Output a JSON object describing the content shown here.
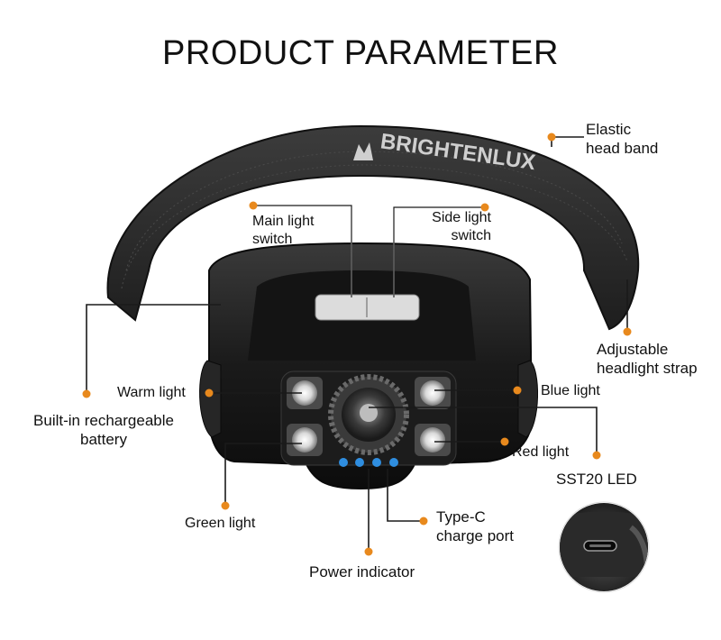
{
  "title": "PRODUCT PARAMETER",
  "brand": "BRIGHTENLUX",
  "labels": {
    "elastic_band_1": "Elastic",
    "elastic_band_2": "head band",
    "main_switch_1": "Main light",
    "main_switch_2": "switch",
    "side_switch_1": "Side light",
    "side_switch_2": "switch",
    "strap_1": "Adjustable",
    "strap_2": "headlight strap",
    "warm_light": "Warm light",
    "blue_light": "Blue light",
    "battery_1": "Built-in rechargeable",
    "battery_2": "battery",
    "red_light": "Red light",
    "sst20_led": "SST20 LED",
    "green_light": "Green light",
    "typec_1": "Type-C",
    "typec_2": "charge port",
    "power_indicator": "Power indicator"
  },
  "colors": {
    "dot": "#e8891d",
    "leader": "#1a1a1a",
    "body": "#161616",
    "band": "#2b2b2b",
    "indicator": "#2f8ee0"
  },
  "icons": {
    "brand_logo": "brightenlux-logo-icon",
    "usb_port": "usb-c-port-icon"
  }
}
